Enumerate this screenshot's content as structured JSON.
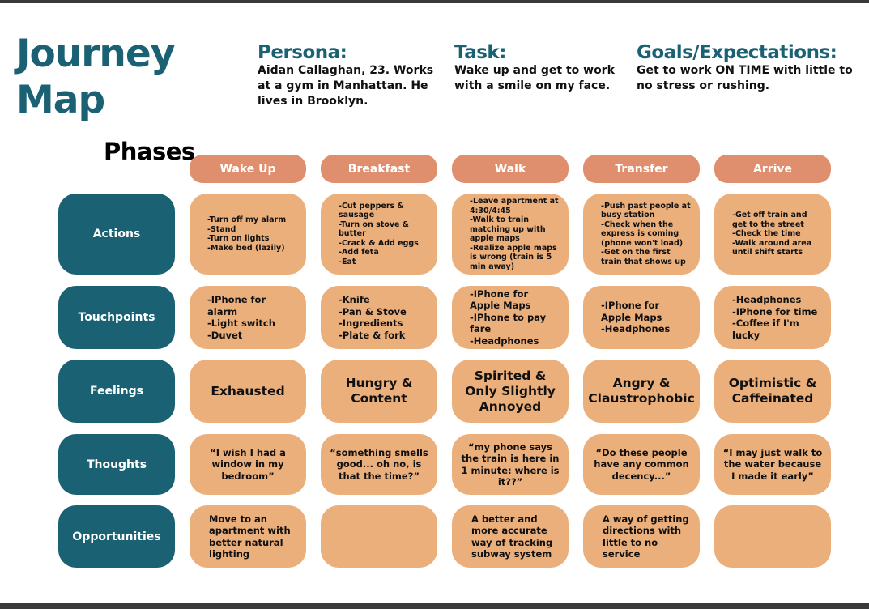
{
  "title": "Journey Map",
  "persona": {
    "label": "Persona:",
    "text": "Aidan Callaghan, 23. Works at a gym in Manhattan. He lives in Brooklyn."
  },
  "task": {
    "label": "Task:",
    "text": "Wake up and get to work with a smile on my face."
  },
  "goals": {
    "label": "Goals/Expectations:",
    "text": "Get to work ON TIME with little to no stress or rushing."
  },
  "phases_label": "Phases",
  "phases": [
    "Wake Up",
    "Breakfast",
    "Walk",
    "Transfer",
    "Arrive"
  ],
  "rows": [
    "Actions",
    "Touchpoints",
    "Feelings",
    "Thoughts",
    "Opportunities"
  ],
  "actions": [
    [
      "-Turn off my alarm",
      "-Stand",
      "-Turn on lights",
      "-Make bed (lazily)"
    ],
    [
      "-Cut peppers & sausage",
      "-Turn on stove & butter",
      "-Crack & Add eggs",
      "-Add feta",
      "-Eat"
    ],
    [
      "-Leave apartment at 4:30/4:45",
      "-Walk to train matching up with apple maps",
      "-Realize apple maps is wrong (train is 5 min away)"
    ],
    [
      "-Push past people at busy station",
      "-Check when the express is coming (phone won't load)",
      "-Get on the first train that shows up"
    ],
    [
      "-Get off train and get to the street",
      "-Check the time",
      "-Walk around area until shift starts"
    ]
  ],
  "touchpoints": [
    [
      "-IPhone for alarm",
      "-Light switch",
      "-Duvet"
    ],
    [
      "-Knife",
      "-Pan & Stove",
      "-Ingredients",
      "-Plate & fork"
    ],
    [
      "-IPhone for Apple Maps",
      "-IPhone to pay fare",
      "-Headphones"
    ],
    [
      "-IPhone for Apple Maps",
      "-Headphones"
    ],
    [
      "-Headphones",
      "-IPhone for time",
      "-Coffee if I'm lucky"
    ]
  ],
  "feelings": [
    "Exhausted",
    "Hungry & Content",
    "Spirited & Only Slightly Annoyed",
    "Angry & Claustrophobic",
    "Optimistic & Caffeinated"
  ],
  "thoughts": [
    "“I wish I had a window in my bedroom”",
    "“something smells good... oh no, is that the time?”",
    "“my phone says the train is here in 1 minute: where is it??”",
    "“Do these people have any common decency...”",
    "“I may just walk to the water because I made it early”"
  ],
  "opportunities": [
    "Move to an apartment with better natural lighting",
    "",
    "A better and more accurate way of tracking subway system",
    "A way of getting directions with little to no service",
    ""
  ],
  "colors": {
    "teal": "#1a6173",
    "phase": "#df8e6e",
    "cell": "#ebaf7c"
  }
}
